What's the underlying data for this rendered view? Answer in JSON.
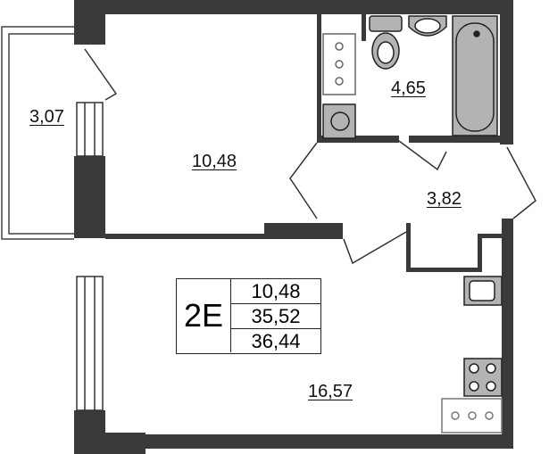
{
  "rooms": {
    "balcony_area": "3,07",
    "bedroom_area": "10,48",
    "bathroom_area": "4,65",
    "hallway_area": "3,82",
    "living_kitchen_area": "16,57"
  },
  "summary": {
    "code": "2E",
    "living_area": "10,48",
    "total_area": "35,52",
    "total_with_balcony": "36,44"
  },
  "colors": {
    "wall": "#3a3a3a",
    "fixture": "#b3b3b3"
  }
}
